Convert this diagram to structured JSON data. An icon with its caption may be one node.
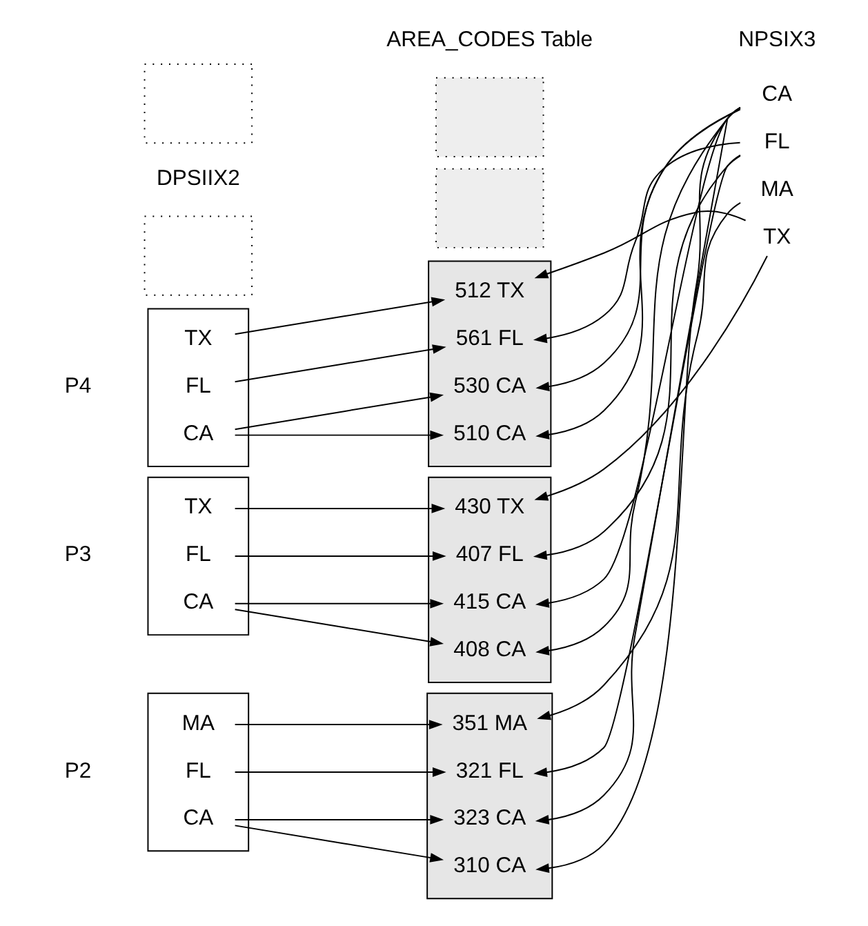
{
  "diagram": {
    "nodes": [
      {
        "text": [],
        "shape": "box"
      },
      {
        "text": [],
        "shape": "box"
      },
      {
        "text": [],
        "shape": "box",
        "beside": [
          "P2"
        ]
      },
      {
        "text": [
          "CA"
        ],
        "in": 2
      },
      {
        "text": [
          "FL"
        ],
        "in": 2
      },
      {
        "text": [
          "MA"
        ],
        "in": 2
      },
      {
        "text": [],
        "shape": "box"
      },
      {
        "text": [
          "310 CA"
        ],
        "in": 6
      },
      {
        "text": [
          "321 FL"
        ],
        "in": 6
      },
      {
        "text": [
          "323 CA"
        ],
        "in": 6
      },
      {
        "text": [
          "351 MA"
        ],
        "in": 6
      },
      {
        "text": [
          "CA"
        ]
      },
      {
        "text": [],
        "shape": "box",
        "beside": [
          "P3"
        ]
      },
      {
        "text": [
          "CA"
        ],
        "in": 12
      },
      {
        "text": [
          "FL"
        ],
        "in": 12
      },
      {
        "text": [
          "TX"
        ],
        "in": 12
      },
      {
        "text": [],
        "shape": "box"
      },
      {
        "text": [
          "407 FL"
        ],
        "in": 16
      },
      {
        "text": [
          "408 CA"
        ],
        "in": 16
      },
      {
        "text": [
          "430 TX"
        ],
        "in": 16
      },
      {
        "text": [
          "415 CA"
        ],
        "in": 16
      },
      {
        "text": [
          "FL"
        ]
      },
      {
        "text": [
          "MA"
        ]
      },
      {
        "text": [],
        "shape": "box",
        "beside": [
          "P4"
        ]
      },
      {
        "text": [
          "CA"
        ],
        "in": 23
      },
      {
        "text": [
          "FL"
        ],
        "in": 23
      },
      {
        "text": [
          "TX"
        ],
        "in": 23
      },
      {
        "text": [],
        "shape": "box"
      },
      {
        "text": [
          "510 CA"
        ],
        "in": 27
      },
      {
        "text": [
          "512 TX"
        ],
        "in": 27
      },
      {
        "text": [
          "530 CA"
        ],
        "in": 27
      },
      {
        "text": [
          "561 FL"
        ],
        "in": 27
      },
      {
        "text": [
          "TX"
        ]
      },
      {
        "text": [],
        "shape": "box"
      },
      {
        "text": [],
        "shape": "box"
      }
    ],
    "edges": [
      {
        "from": 3,
        "to": 7,
        "arrow": "to"
      },
      {
        "from": 3,
        "to": 9,
        "arrow": "to"
      },
      {
        "from": 4,
        "to": 8,
        "arrow": "to"
      },
      {
        "from": 5,
        "to": 10,
        "arrow": "to"
      },
      {
        "from": 13,
        "to": 18,
        "arrow": "to"
      },
      {
        "from": 13,
        "to": 20,
        "arrow": "to"
      },
      {
        "from": 14,
        "to": 17,
        "arrow": "to"
      },
      {
        "from": 15,
        "to": 19,
        "arrow": "to"
      },
      {
        "from": 24,
        "to": 28,
        "arrow": "to"
      },
      {
        "from": 24,
        "to": 30,
        "arrow": "to"
      },
      {
        "from": 25,
        "to": 31,
        "arrow": "to"
      },
      {
        "from": 26,
        "to": 29,
        "arrow": "to"
      },
      {
        "from": 11,
        "to": 7,
        "arrow": "to"
      },
      {
        "from": 11,
        "to": 9,
        "arrow": "to"
      },
      {
        "from": 11,
        "to": 18,
        "arrow": "to"
      },
      {
        "from": 11,
        "to": 20,
        "arrow": "to"
      },
      {
        "from": 11,
        "to": 28,
        "arrow": "to"
      },
      {
        "from": 11,
        "to": 30,
        "arrow": "to"
      },
      {
        "from": 21,
        "to": 8,
        "arrow": "to"
      },
      {
        "from": 21,
        "to": 17,
        "arrow": "to"
      },
      {
        "from": 21,
        "to": 31,
        "arrow": "to"
      },
      {
        "from": 22,
        "to": 10,
        "arrow": "to"
      },
      {
        "from": 32,
        "to": 19,
        "arrow": "to"
      },
      {
        "from": 32,
        "to": 29,
        "arrow": "to"
      }
    ],
    "labels": [
      "DPSIIX2",
      "AREA_CODES Table",
      "NPSIX3"
    ]
  }
}
